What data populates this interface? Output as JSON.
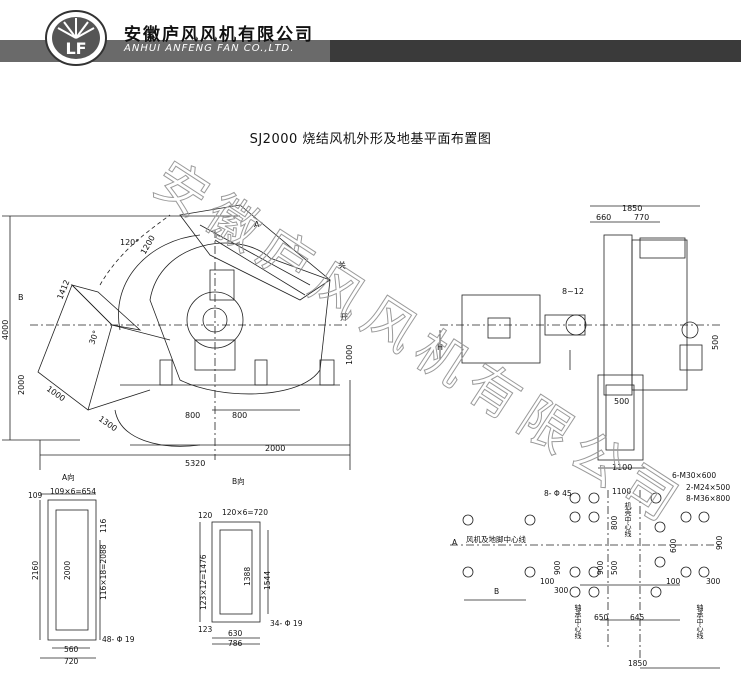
{
  "header": {
    "company_cn": "安徽庐风风机有限公司",
    "company_en": "ANHUI ANFENG FAN CO.,LTD.",
    "logo_letters": "LF"
  },
  "title": "SJ2000 烧结风机外形及地基平面布置图",
  "watermark": "安徽庐风风机有限公司",
  "colors": {
    "line": "#222222",
    "band_dark": "#3a3a3a",
    "band_light": "#6a6a6a",
    "watermark": "#9a9a9a"
  },
  "dims": {
    "main_view": {
      "angle_120": "120°",
      "d_1200": "1200",
      "d_1412": "1412",
      "d_4000": "4000",
      "d_2000_left": "2000",
      "d_1000_left": "1000",
      "d_1000_right": "1000",
      "d_30": "30°",
      "d_1300": "1300",
      "d_800_a": "800",
      "d_800_b": "800",
      "d_2000_bottom": "2000",
      "d_5320": "5320",
      "label_A": "A",
      "label_B": "B",
      "label_guan": "关",
      "label_kai": "开"
    },
    "side_view": {
      "d_1850": "1850",
      "d_660": "660",
      "d_770": "770",
      "d_8_12": "8~12",
      "label_H": "H",
      "d_500_right": "500",
      "d_500_bottom": "500",
      "d_1100": "1100"
    },
    "a_view": {
      "caption": "A向",
      "d_109": "109",
      "d_109x6": "109×6=654",
      "d_116": "116",
      "d_2160": "2160",
      "d_2000": "2000",
      "d_116x18": "116×18=2088",
      "d_48_19": "48- Φ 19",
      "d_560": "560",
      "d_720": "720"
    },
    "b_view": {
      "caption": "B向",
      "d_120": "120",
      "d_120x6": "120×6=720",
      "d_123x12": "123×12=1476",
      "d_1388": "1388",
      "d_1544": "1544",
      "d_123": "123",
      "d_630": "630",
      "d_786": "786",
      "d_34_19": "34- Φ 19"
    },
    "foundation": {
      "d_8_45": "8- Φ 45",
      "d_1100": "1100",
      "d_6m30": "6-M30×600",
      "d_2m24": "2-M24×500",
      "d_8m36": "8-M36×800",
      "center_line": "风机及地脚中心线",
      "machine_center": "机壳中心线",
      "bearing_center_a": "轴承中心线",
      "bearing_center_b": "轴承中心线",
      "d_800_v": "800",
      "d_500_v": "500",
      "d_900_v": "900",
      "d_900_l": "900",
      "d_600_v": "600",
      "d_900_r": "900",
      "d_100_a": "100",
      "d_300_a": "300",
      "d_300_b": "300",
      "d_100_b": "100",
      "d_650": "650",
      "d_645": "645",
      "d_1850": "1850",
      "label_A": "A",
      "label_B": "B"
    }
  }
}
